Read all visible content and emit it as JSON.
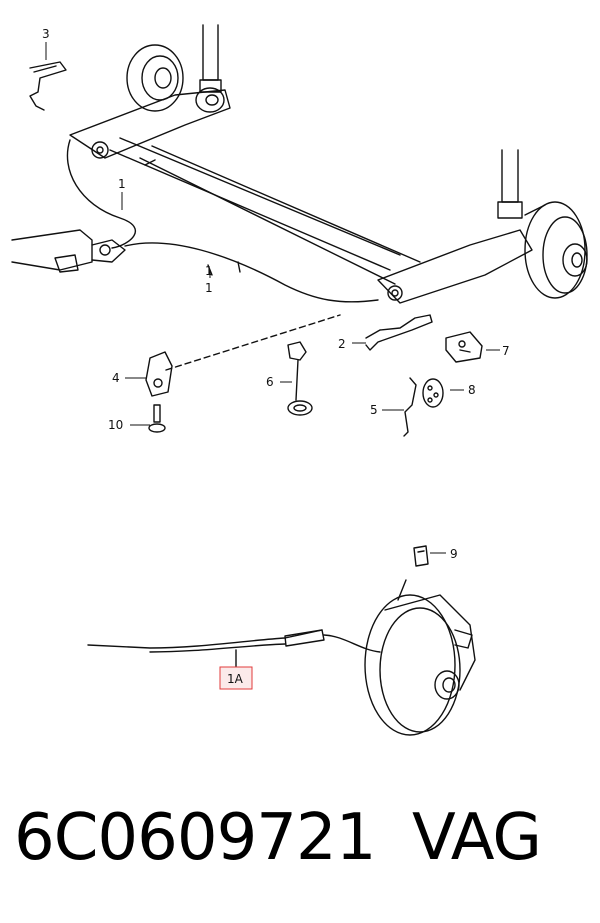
{
  "callouts": {
    "c3": "3",
    "c1_top": "1",
    "c1_mid_a": "1",
    "c1_mid_b": "1",
    "c2": "2",
    "c7": "7",
    "c4": "4",
    "c6": "6",
    "c8": "8",
    "c5": "5",
    "c10": "10",
    "c9": "9",
    "c1A": "1A"
  },
  "highlight_color": "#e23b3b",
  "footer": {
    "part_number": "6C0609721",
    "brand": "VAG"
  }
}
